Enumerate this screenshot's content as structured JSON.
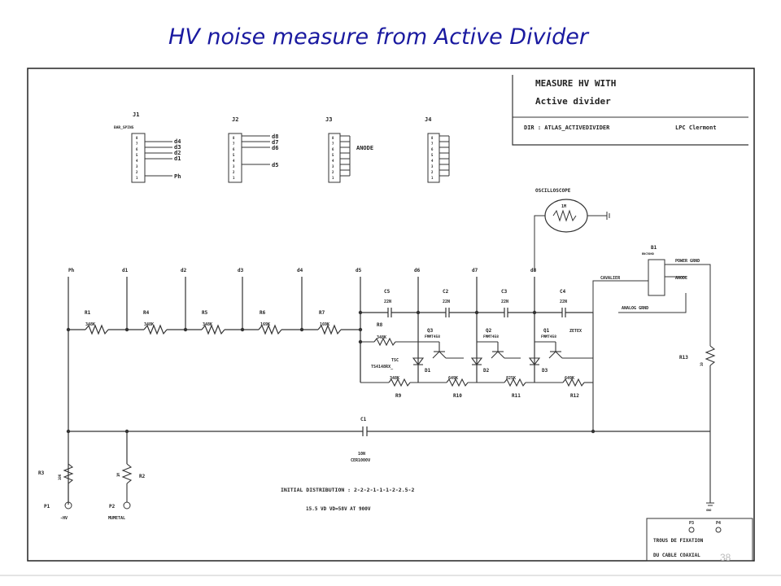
{
  "slide": {
    "title": "HV noise measure from Active Divider",
    "page_number": "38"
  },
  "title_block": {
    "line1": "MEASURE HV WITH",
    "line2": "Active divider",
    "dir_label": "DIR : ATLAS_ACTIVEDIVIDER",
    "org": "LPC Clermont"
  },
  "connectors": {
    "j1": {
      "ref": "J1",
      "sub": "BAR_SPINS",
      "pins": [
        "8",
        "7",
        "6",
        "5",
        "4",
        "3",
        "2",
        "1"
      ],
      "labels": [
        "d4",
        "d3",
        "d2",
        "d1",
        "Ph"
      ]
    },
    "j2": {
      "ref": "J2",
      "pins": [
        "8",
        "7",
        "6",
        "5",
        "4",
        "3",
        "2",
        "1"
      ],
      "labels": [
        "d8",
        "d7",
        "d6",
        "d5"
      ]
    },
    "j3": {
      "ref": "J3",
      "pins": [
        "8",
        "7",
        "6",
        "5",
        "4",
        "3",
        "2",
        "1"
      ],
      "labels": [
        "ANODE"
      ]
    },
    "j4": {
      "ref": "J4",
      "pins": [
        "8",
        "7",
        "6",
        "5",
        "4",
        "3",
        "2",
        "1"
      ]
    }
  },
  "taps": [
    "Ph",
    "d1",
    "d2",
    "d3",
    "d4",
    "d5",
    "d6",
    "d7",
    "d8"
  ],
  "resistors": {
    "r1": {
      "ref": "R1",
      "value": "348K"
    },
    "r4": {
      "ref": "R4",
      "value": "348K"
    },
    "r5": {
      "ref": "R5",
      "value": "348K"
    },
    "r6": {
      "ref": "R6",
      "value": "169K"
    },
    "r7": {
      "ref": "R7",
      "value": "169K"
    },
    "r8": {
      "ref": "R8",
      "value": "348K"
    },
    "r9": {
      "ref": "R9",
      "value": "348K"
    },
    "r10": {
      "ref": "R10",
      "value": "649K"
    },
    "r11": {
      "ref": "R11",
      "value": "825K"
    },
    "r12": {
      "ref": "R12",
      "value": "649K"
    },
    "r13": {
      "ref": "R13",
      "value": "10"
    },
    "r3": {
      "ref": "R3",
      "value": "10K"
    },
    "r2": {
      "ref": "R2",
      "value": "1M"
    }
  },
  "capacitors": {
    "c5": {
      "ref": "C5",
      "value": "22N"
    },
    "c2": {
      "ref": "C2",
      "value": "22N"
    },
    "c3": {
      "ref": "C3",
      "value": "22N"
    },
    "c4": {
      "ref": "C4",
      "value": "22N"
    },
    "c1": {
      "ref": "C1",
      "value": "10N",
      "rating": "CER1000V"
    }
  },
  "transistors": {
    "q3": {
      "ref": "Q3",
      "part": "FMMT458"
    },
    "q2": {
      "ref": "Q2",
      "part": "FMMT458"
    },
    "q1": {
      "ref": "Q1",
      "part": "FMMT458",
      "maker": "ZETEX"
    }
  },
  "diodes": {
    "d1": {
      "ref": "D1",
      "part_line1": "TSC",
      "part_line2": "TS4148RX_"
    },
    "d2": {
      "ref": "D2"
    },
    "d3": {
      "ref": "D3"
    }
  },
  "oscilloscope": {
    "label": "OSCILLOSCOPE",
    "impedance": "1M"
  },
  "b1": {
    "ref": "B1",
    "sub": "BNC50HD",
    "cavalier": "CAVALIER",
    "anode": "ANODE",
    "power_grnd": "POWER GRND",
    "analog_grnd": "ANALOG GRND"
  },
  "ports": {
    "p1": {
      "ref": "P1",
      "label": "-HV"
    },
    "p2": {
      "ref": "P2",
      "label": "MUMETAL"
    },
    "p3": {
      "ref": "P3"
    },
    "p4": {
      "ref": "P4"
    }
  },
  "notes": {
    "distribution": "INITIAL DISTRIBUTION : 2-2-2-1-1-1-2-2.5-2",
    "voltage": "15.5 VD     VD=58V AT 900V",
    "gnd_label": "GND"
  },
  "fixing_box": {
    "line1": "TROUS DE FIXATION",
    "line2": "DU CABLE COAXIAL"
  }
}
